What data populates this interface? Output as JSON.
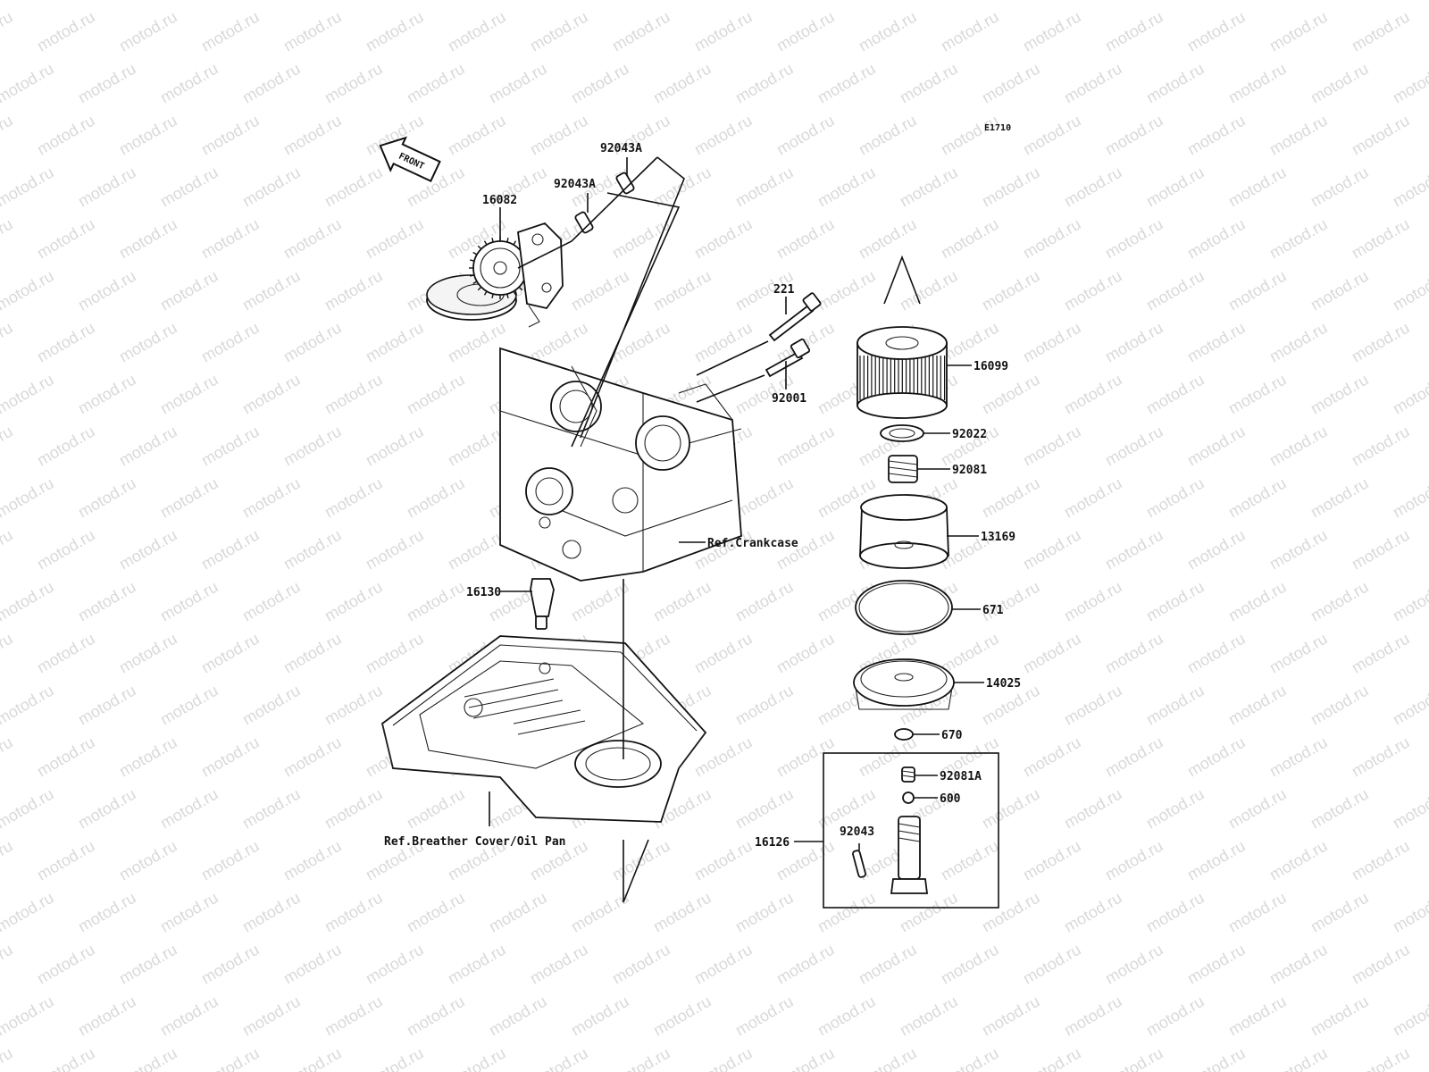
{
  "diagram": {
    "code": "E1710",
    "front_label": "FRONT",
    "watermark": "motod.ru",
    "parts": {
      "p92043A_top": "92043A",
      "p92043A_mid": "92043A",
      "p16082": "16082",
      "p221": "221",
      "p92001": "92001",
      "p16099": "16099",
      "p92022": "92022",
      "p92081": "92081",
      "p13169": "13169",
      "p671": "671",
      "p14025": "14025",
      "p670": "670",
      "p92081A": "92081A",
      "p600": "600",
      "p92043": "92043",
      "p16126": "16126",
      "p16130": "16130"
    },
    "refs": {
      "crankcase": "Ref.Crankcase",
      "breather": "Ref.Breather Cover/Oil Pan"
    }
  }
}
